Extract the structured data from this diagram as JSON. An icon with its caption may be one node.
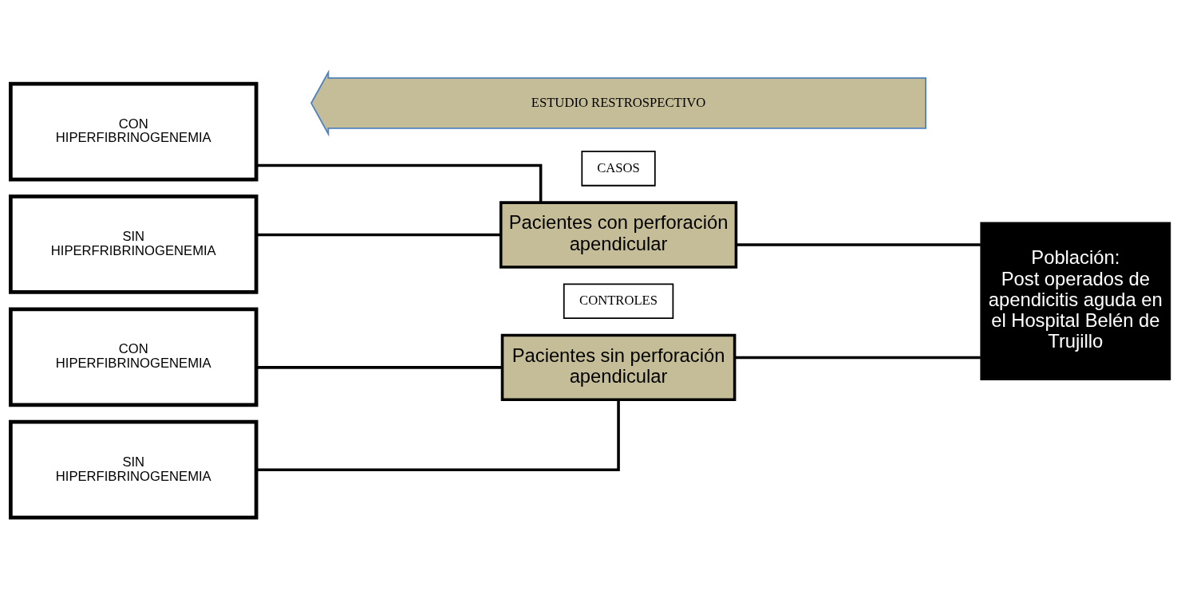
{
  "diagram": {
    "nodes": [
      {
        "text": [
          "ESTUDIO RESTROSPECTIVO"
        ]
      },
      {
        "text": [
          "CASOS"
        ]
      },
      {
        "text": [
          "CON HIPERFIBRINOGENEMIA"
        ]
      },
      {
        "text": [
          "Pacientes con perforación apendicular"
        ]
      },
      {
        "text": [
          "Población:",
          "Post operados de apendicitis aguda en el Hospital Belén de Trujillo"
        ]
      },
      {
        "text": [
          "SIN HIPERFRIBRINOGENEMIA"
        ]
      },
      {
        "text": [
          "CONTROLES"
        ]
      },
      {
        "text": [
          "CON HIPERFIBRINOGENEMIA"
        ]
      },
      {
        "text": [
          "Pacientes sin perforación apendicular"
        ]
      },
      {
        "text": [
          "SIN HIPERFIBRINOGENEMIA"
        ]
      }
    ],
    "edges": [
      {
        "from": 4,
        "to": 3,
        "arrow": "none"
      },
      {
        "from": 4,
        "to": 8,
        "arrow": "none"
      },
      {
        "from": 3,
        "to": 2,
        "arrow": "none"
      },
      {
        "from": 3,
        "to": 5,
        "arrow": "none"
      },
      {
        "from": 8,
        "to": 7,
        "arrow": "none"
      },
      {
        "from": 8,
        "to": 9,
        "arrow": "none"
      }
    ]
  }
}
